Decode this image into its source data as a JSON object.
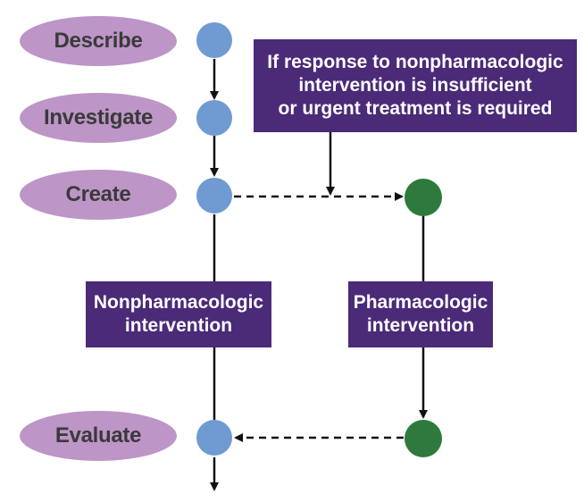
{
  "steps": {
    "describe": "Describe",
    "investigate": "Investigate",
    "create": "Create",
    "evaluate": "Evaluate"
  },
  "condition": {
    "line1": "If response to nonpharmacologic",
    "line2": "intervention is insufficient",
    "line3": "or urgent treatment is required"
  },
  "nonpharm": {
    "line1": "Nonpharmacologic",
    "line2": "intervention"
  },
  "pharm": {
    "line1": "Pharmacologic",
    "line2": "intervention"
  },
  "colors": {
    "oval": "#bd95c7",
    "box": "#4b2a78",
    "blue_node": "#6f9bd2",
    "green_node": "#2d7a3c",
    "line": "#111111"
  }
}
